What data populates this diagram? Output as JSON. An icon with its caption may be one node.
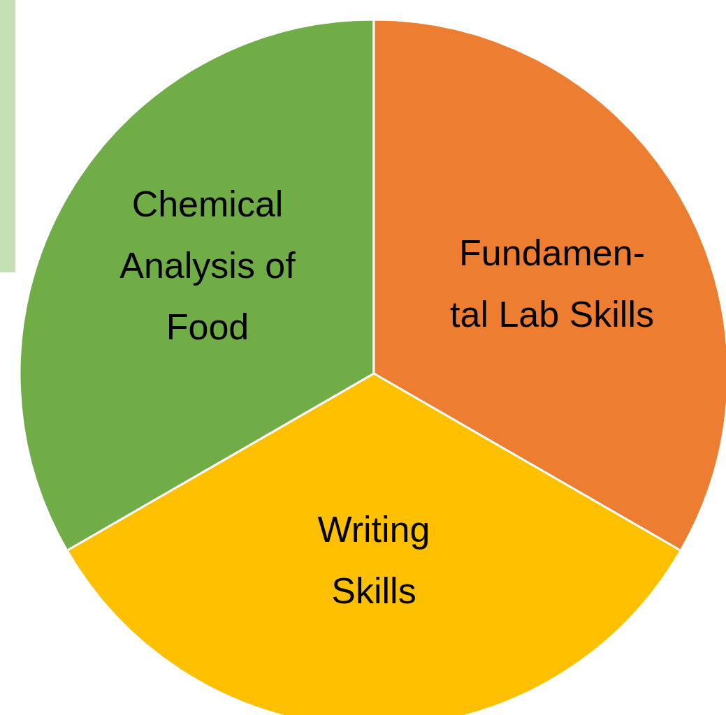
{
  "diagram": {
    "nodes": [
      {
        "text": [],
        "shape": "bar"
      },
      {
        "text": [
          "Chemical Analysis of Food"
        ]
      },
      {
        "text": [
          "Fundamen- tal Lab Skills"
        ]
      },
      {
        "text": [
          "Writing Skills"
        ]
      }
    ]
  }
}
